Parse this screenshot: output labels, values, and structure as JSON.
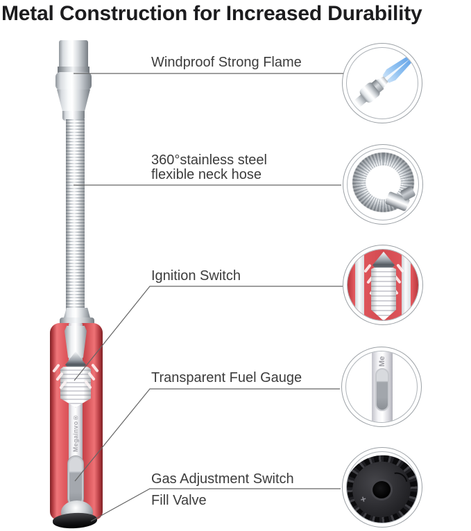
{
  "title": "Metal Construction for Increased Durability",
  "product": {
    "brand": "Megainvo®",
    "brand_partial": "Me"
  },
  "callouts": {
    "flame": {
      "label": "Windproof Strong Flame"
    },
    "hose": {
      "line1": "360°stainless steel",
      "line2": "flexible neck hose"
    },
    "ignition": {
      "label": "Ignition Switch"
    },
    "gauge": {
      "label": "Transparent Fuel Gauge"
    },
    "valve": {
      "line1": "Gas Adjustment Switch",
      "line2": "Fill Valve"
    }
  },
  "detail_photos": {
    "flame": "windproof-flame-closeup",
    "hose": "flexible-hose-closeup",
    "ignition": "ignition-switch-closeup",
    "gauge": "fuel-gauge-closeup",
    "valve": "fill-valve-bottom-closeup"
  },
  "dial": {
    "plus_marking": "+"
  },
  "colors": {
    "body_red": "#d94e53",
    "body_red_dark": "#8f272c",
    "body_red_light": "#ef767a",
    "chrome_light": "#f4f6f8",
    "chrome_dark": "#9aa0a6",
    "flame_blue": "#5b9de4",
    "callout_line": "#646464",
    "label_text": "#3c3c3c",
    "title_text": "#1c1c1e",
    "dial_black": "#1a1a1d"
  }
}
